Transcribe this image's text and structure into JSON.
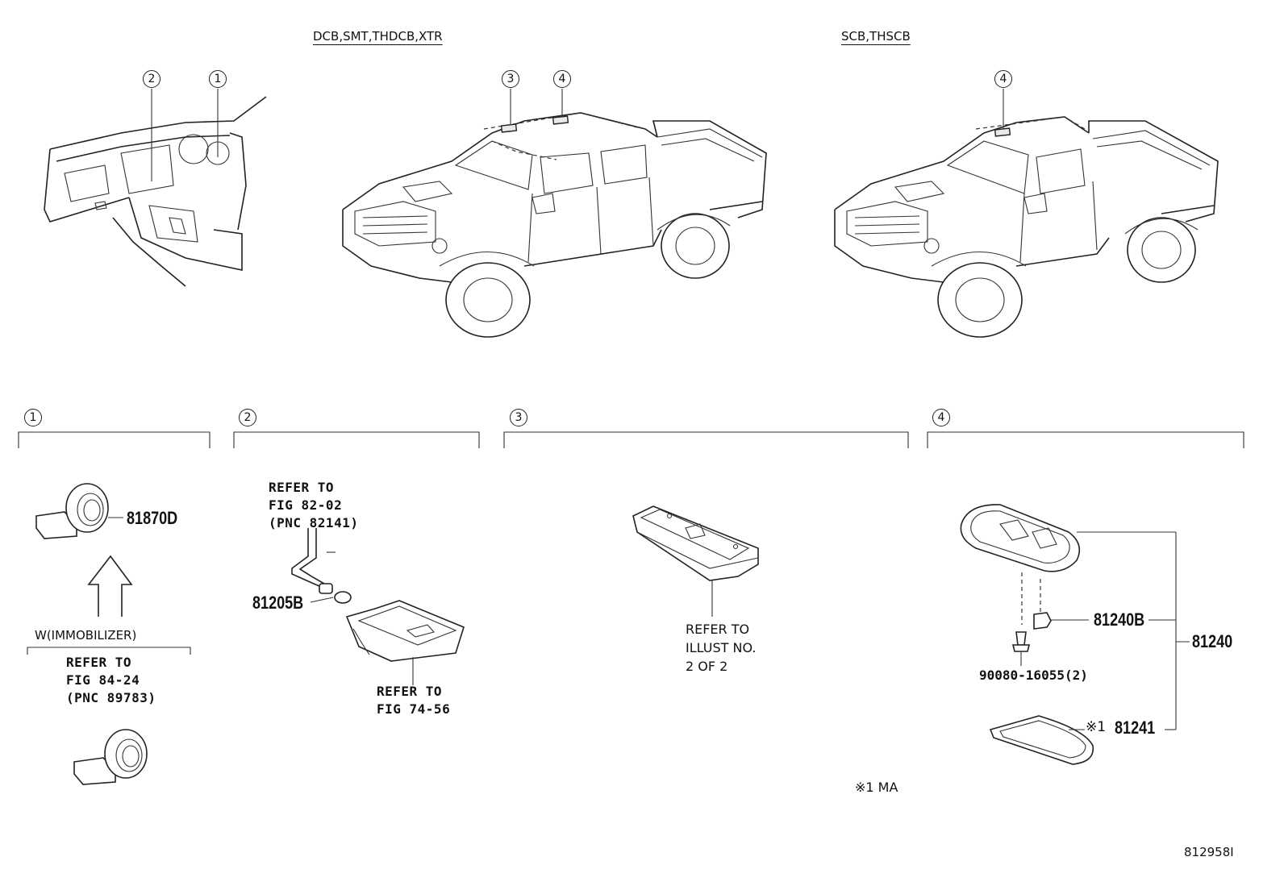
{
  "headers": {
    "double_cab": "DCB,SMT,THDCB,XTR",
    "single_cab": "SCB,THSCB"
  },
  "callouts": [
    "1",
    "2",
    "3",
    "4"
  ],
  "section1": {
    "part": "81870D",
    "condition": "W(IMMOBILIZER)",
    "refer": [
      "REFER TO",
      "FIG 84-24",
      "(PNC 89783)"
    ]
  },
  "section2": {
    "refer_top": [
      "REFER TO",
      "FIG 82-02",
      "(PNC 82141)"
    ],
    "part": "81205B",
    "refer_bottom": [
      "REFER TO",
      "FIG 74-56"
    ]
  },
  "section3": {
    "refer": [
      "REFER TO",
      "ILLUST NO.",
      "2 OF 2"
    ]
  },
  "section4": {
    "assembly": "81240",
    "bulb": "81240B",
    "screw": "90080-16055(2)",
    "lens": "81241",
    "lens_mark": "※1",
    "footnote": "※1  MA"
  },
  "illustration_id": "812958I"
}
